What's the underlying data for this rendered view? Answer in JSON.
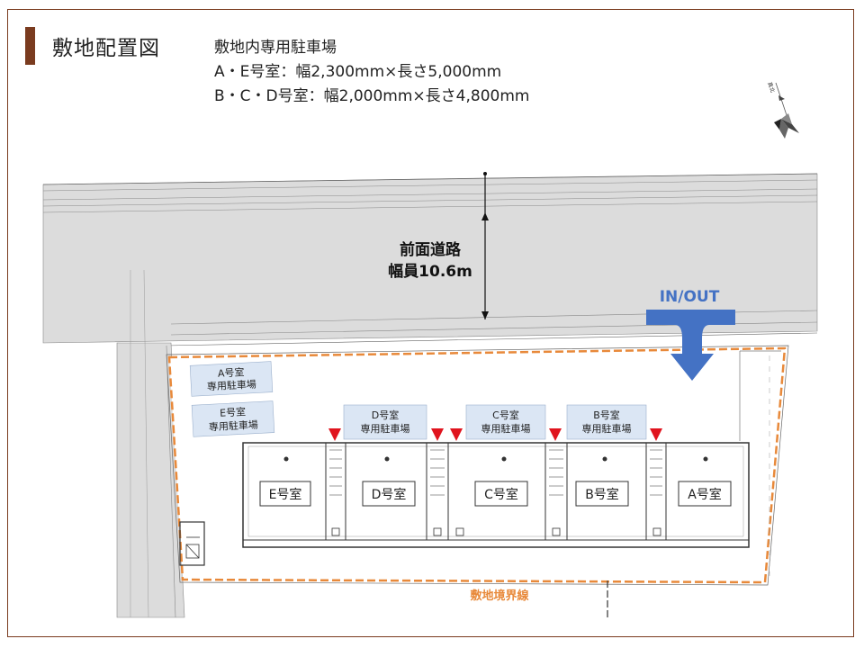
{
  "header": {
    "title": "敷地配置図",
    "info_title": "敷地内専用駐車場",
    "info_line1": "A・E号室：幅2,300mm×長さ5,000mm",
    "info_line2": "B・C・D号室：幅2,000mm×長さ4,800mm"
  },
  "road": {
    "label_line1": "前面道路",
    "label_line2": "幅員10.6m"
  },
  "entrance": {
    "label": "IN/OUT"
  },
  "boundary_label": "敷地境界線",
  "compass": {
    "label": "真北"
  },
  "parking": [
    {
      "line1": "A号室",
      "line2": "専用駐車場"
    },
    {
      "line1": "E号室",
      "line2": "専用駐車場"
    },
    {
      "line1": "D号室",
      "line2": "専用駐車場"
    },
    {
      "line1": "C号室",
      "line2": "専用駐車場"
    },
    {
      "line1": "B号室",
      "line2": "専用駐車場"
    }
  ],
  "rooms": [
    "E号室",
    "D号室",
    "C号室",
    "B号室",
    "A号室"
  ],
  "colors": {
    "accent_brown": "#7a3b1f",
    "road_gray": "#dcdcdc",
    "boundary_orange": "#e8893a",
    "arrow_blue": "#4472c4",
    "parking_fill": "#dbe6f4",
    "marker_red": "#e0141e"
  }
}
